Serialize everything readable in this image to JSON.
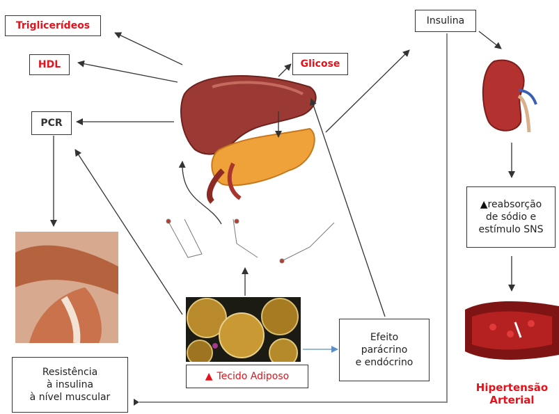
{
  "labels": {
    "triglicerideos": "Triglicerídeos",
    "hdl": "HDL",
    "pcr": "PCR",
    "glicose": "Glicose",
    "insulina": "Insulina",
    "reabsorcao_line1": "reabsorção",
    "reabsorcao_line2": "de sódio e",
    "reabsorcao_line3": "estímulo  SNS",
    "efeito_line1": "Efeito",
    "efeito_line2": "parácrino",
    "efeito_line3": "e endócrino",
    "tecido_adiposo": "Tecido Adiposo",
    "resistencia_line1": "Resistência",
    "resistencia_line2": "à insulina",
    "resistencia_line3": "à nível muscular",
    "hipertensao_line1": "Hipertensão",
    "hipertensao_line2": "Arterial"
  },
  "images": {
    "liver": "liver-pancreas-illustration",
    "kidney": "kidney-illustration",
    "muscle": "muscle-illustration",
    "fat": "adipose-tissue-illustration",
    "molecules": "fatty-acid-molecules",
    "artery": "blood-vessel-illustration"
  },
  "colors": {
    "red_label": "#e3121b",
    "arrow": "#333333",
    "link_blue": "#5b8fc9",
    "gray_line": "#8a8a8a"
  }
}
